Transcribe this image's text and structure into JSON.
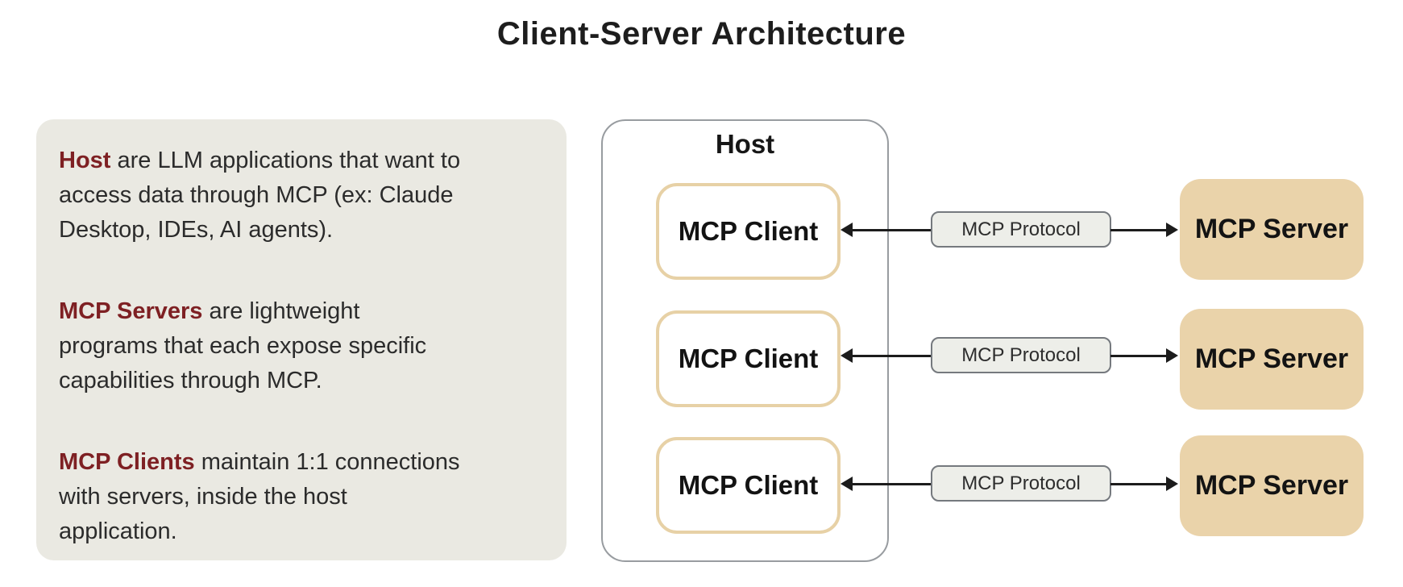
{
  "title": "Client-Server Architecture",
  "info_panel": {
    "paragraphs": [
      {
        "term": "Host",
        "line1_rest": " are LLM applications that want to",
        "line2": "access data through MCP (ex: Claude",
        "line3": "Desktop, IDEs, AI agents)."
      },
      {
        "term": "MCP Servers",
        "line1_rest": " are lightweight",
        "line2": "programs that each expose specific",
        "line3": "capabilities through MCP."
      },
      {
        "term": "MCP Clients",
        "line1_rest": " maintain 1:1 connections",
        "line2": "with servers, inside the host",
        "line3": "application."
      }
    ]
  },
  "diagram": {
    "host_label": "Host",
    "rows": [
      {
        "client_label": "MCP Client",
        "protocol_label": "MCP Protocol",
        "server_label": "MCP Server"
      },
      {
        "client_label": "MCP Client",
        "protocol_label": "MCP Protocol",
        "server_label": "MCP Server"
      },
      {
        "client_label": "MCP Client",
        "protocol_label": "MCP Protocol",
        "server_label": "MCP Server"
      }
    ]
  },
  "colors": {
    "accent_maroon": "#7E2023",
    "panel_background": "#EAE9E2",
    "client_border_tan": "#E7D1A6",
    "server_fill_tan": "#EAD3AA",
    "protocol_fill": "#EDEEE9",
    "protocol_border": "#75797E",
    "host_border": "#989CA0",
    "arrow": "#1C1C1C",
    "text_dark": "#2B2B2B"
  }
}
